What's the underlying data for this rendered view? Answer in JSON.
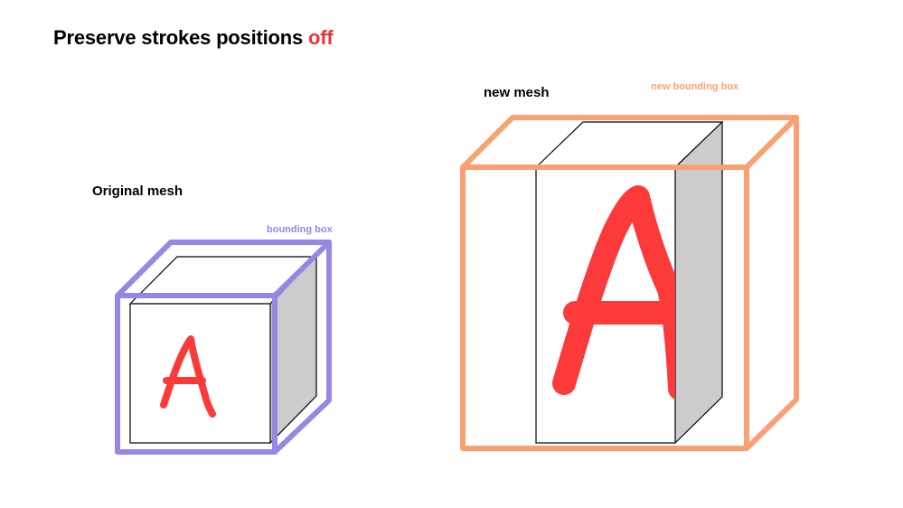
{
  "title": {
    "prefix": "Preserve strokes positions",
    "state": "off",
    "state_color": "#ee3333"
  },
  "original": {
    "label": "Original mesh",
    "bbox_label": "bounding box",
    "bbox_color": "#9488e4",
    "stroke_letter": "A",
    "stroke_color": "#fc3a3a",
    "side_face_color": "#cccccc"
  },
  "new": {
    "label": "new mesh",
    "bbox_label": "new bounding box",
    "bbox_color": "#f9a173",
    "stroke_letter": "A",
    "stroke_color": "#fc3a3a",
    "side_face_color": "#cccccc"
  }
}
